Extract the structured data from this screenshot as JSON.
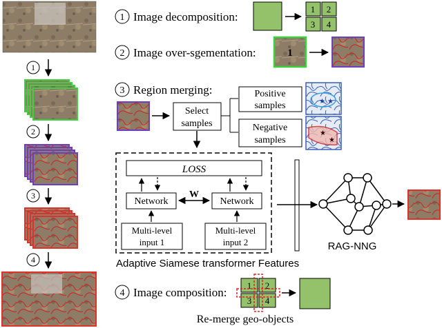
{
  "steps": {
    "s1": {
      "num": "1",
      "label": "Image decomposition:"
    },
    "s2": {
      "num": "2",
      "label": "Image over-sgementation:"
    },
    "s3": {
      "num": "3",
      "label": "Region merging:"
    },
    "s4": {
      "num": "4",
      "label": "Image composition:"
    }
  },
  "grid_labels": [
    "1",
    "2",
    "3",
    "4"
  ],
  "oversegment_label": "1",
  "merging": {
    "select_samples": [
      "Select",
      "samples"
    ],
    "positive_samples": [
      "Positive",
      "samples"
    ],
    "negative_samples": [
      "Negative",
      "samples"
    ]
  },
  "network": {
    "loss": "LOSS",
    "network_left": "Network",
    "network_right": "Network",
    "weight": "W",
    "input1": [
      "Multi-level",
      "input 1"
    ],
    "input2": [
      "Multi-level",
      "input 2"
    ],
    "caption": "Adaptive Siamese transformer Features"
  },
  "rag_label": "RAG-NNG",
  "composition_caption": "Re-merge geo-objects",
  "left_column_steps": [
    "1",
    "2",
    "3",
    "4"
  ],
  "colors": {
    "green_fill": "#93c26a",
    "green_border": "#3cd23c",
    "purple_border": "#6a3fc4",
    "red_border": "#e0302a",
    "dashed_red": "#e02020",
    "satellite": "#8e7d66"
  }
}
